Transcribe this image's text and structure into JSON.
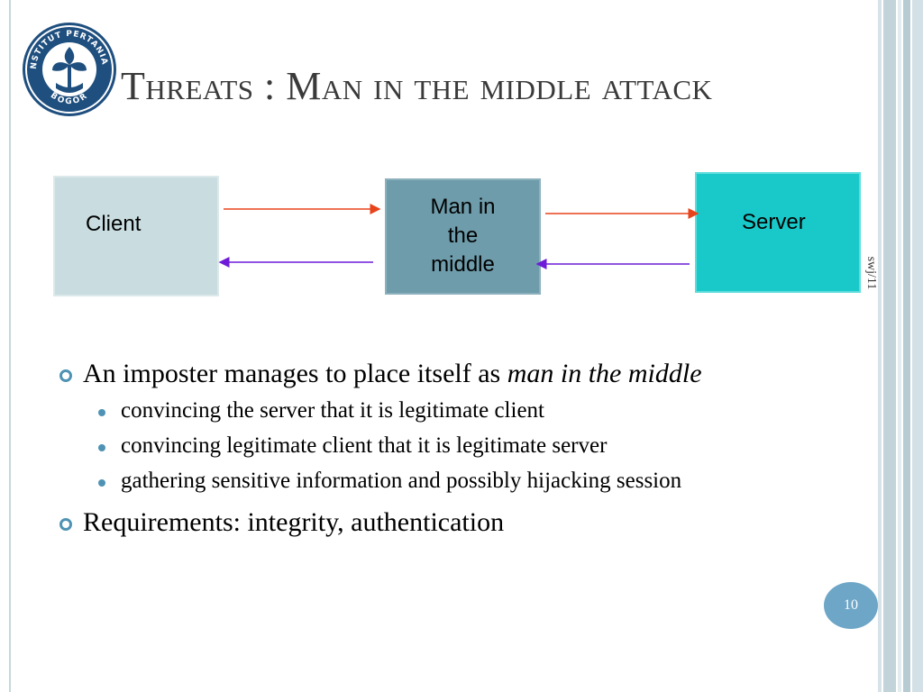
{
  "slide": {
    "title": "Threats : Man in the middle attack",
    "logo_text_top": "INSTITUT PERTANIAN",
    "logo_text_bottom": "BOGOR",
    "side_note": "swj/11",
    "page_number": "10"
  },
  "diagram": {
    "client_label": "Client",
    "mitm_line1": "Man in",
    "mitm_line2": "the",
    "mitm_line3": "middle",
    "server_label": "Server",
    "forward_arrow_color": "#e8441c",
    "backward_arrow_color": "#6d1bd8"
  },
  "bullets": {
    "main1_text": "An imposter manages to place itself as ",
    "main1_italic": "man in the middle",
    "sub1": "convincing the server that it is legitimate client",
    "sub2": "convincing  legitimate client that it is legitimate server",
    "sub3": "gathering sensitive information and possibly hijacking session",
    "main2": "Requirements: integrity, authentication"
  },
  "colors": {
    "accent": "#4f93b4",
    "client_box": "#c9dde0",
    "mitm_box": "#6e9cab",
    "server_box": "#19c9c9"
  }
}
